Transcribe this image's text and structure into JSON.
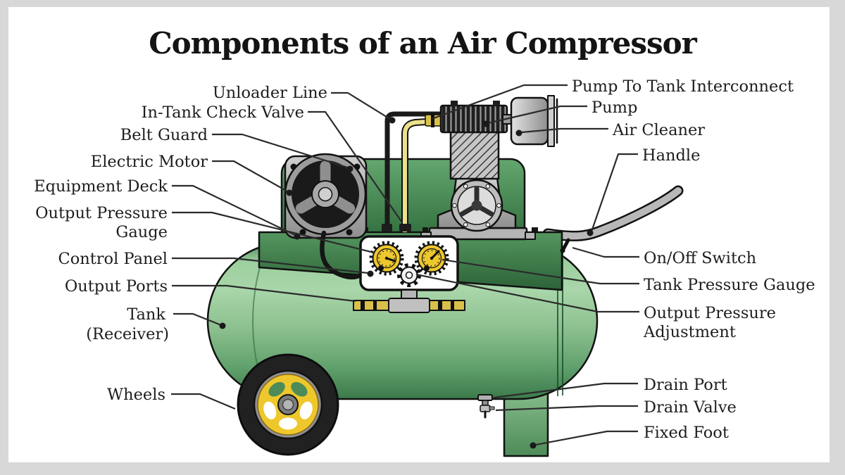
{
  "title": "Components of an Air Compressor",
  "labels": {
    "left": [
      {
        "id": "unloader-line",
        "lines": [
          "Unloader Line"
        ]
      },
      {
        "id": "in-tank-check-valve",
        "lines": [
          "In-Tank Check Valve"
        ]
      },
      {
        "id": "belt-guard",
        "lines": [
          "Belt Guard"
        ]
      },
      {
        "id": "electric-motor",
        "lines": [
          "Electric Motor"
        ]
      },
      {
        "id": "equipment-deck",
        "lines": [
          "Equipment Deck"
        ]
      },
      {
        "id": "output-pressure-gauge",
        "lines": [
          "Output Pressure",
          "Gauge"
        ]
      },
      {
        "id": "control-panel",
        "lines": [
          "Control Panel"
        ]
      },
      {
        "id": "output-ports",
        "lines": [
          "Output Ports"
        ]
      },
      {
        "id": "tank-receiver",
        "lines": [
          "Tank",
          "(Receiver)"
        ]
      },
      {
        "id": "wheels",
        "lines": [
          "Wheels"
        ]
      }
    ],
    "right": [
      {
        "id": "pump-to-tank-interconnect",
        "lines": [
          "Pump To Tank Interconnect"
        ]
      },
      {
        "id": "pump",
        "lines": [
          "Pump"
        ]
      },
      {
        "id": "air-cleaner",
        "lines": [
          "Air Cleaner"
        ]
      },
      {
        "id": "handle",
        "lines": [
          "Handle"
        ]
      },
      {
        "id": "on-off-switch",
        "lines": [
          "On/Off Switch"
        ]
      },
      {
        "id": "tank-pressure-gauge",
        "lines": [
          "Tank Pressure Gauge"
        ]
      },
      {
        "id": "output-pressure-adjustment",
        "lines": [
          "Output Pressure",
          "Adjustment"
        ]
      },
      {
        "id": "drain-port",
        "lines": [
          "Drain Port"
        ]
      },
      {
        "id": "drain-valve",
        "lines": [
          "Drain Valve"
        ]
      },
      {
        "id": "fixed-foot",
        "lines": [
          "Fixed Foot"
        ]
      }
    ]
  },
  "colors": {
    "frame_gray": "#d8d8d8",
    "canvas_white": "#ffffff",
    "label_text": "#1d1d1d",
    "tank_green_light": "#a9d6aa",
    "tank_green_dark": "#3c7a4b",
    "deck_green": "#4c8d58",
    "gauge_yellow": "#edc72e",
    "tube_yellow": "#ece18a",
    "wheel_yellow": "#eec72c",
    "metal_gray": "#c0c0c0",
    "leader_line": "#2b2b2b"
  }
}
